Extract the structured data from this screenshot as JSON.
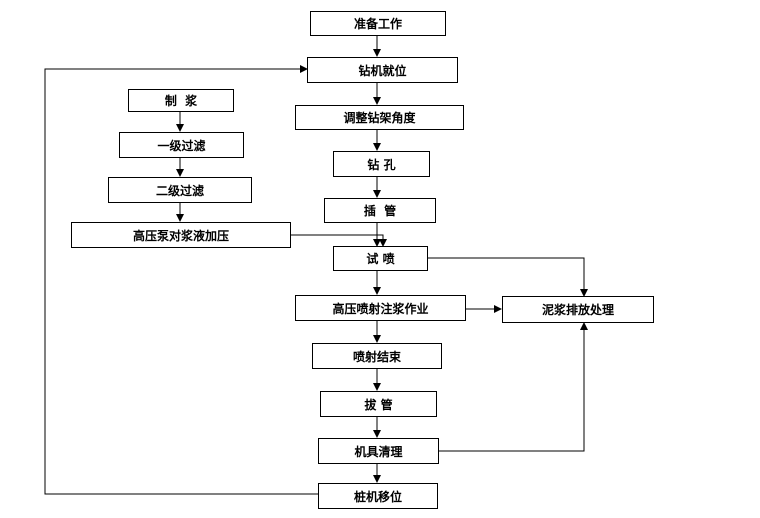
{
  "colors": {
    "line": "#000000",
    "box_border": "#000000",
    "background": "#ffffff"
  },
  "nodes": {
    "prepare": "准备工作",
    "rig_in_place": "钻机就位",
    "adjust_angle": "调整钻架角度",
    "drill_hole": "钻 孔",
    "insert_pipe": "插  管",
    "test_spray": "试 喷",
    "high_pressure_grouting": "高压喷射注浆作业",
    "spray_end": "喷射结束",
    "pull_pipe": "拔 管",
    "machine_clean": "机具清理",
    "pile_rig_move": "桩机移位",
    "slurry_make": "制  浆",
    "filter_1": "一级过滤",
    "filter_2": "二级过滤",
    "pump_pressurize": "高压泵对浆液加压",
    "mud_discharge": "泥浆排放处理"
  }
}
